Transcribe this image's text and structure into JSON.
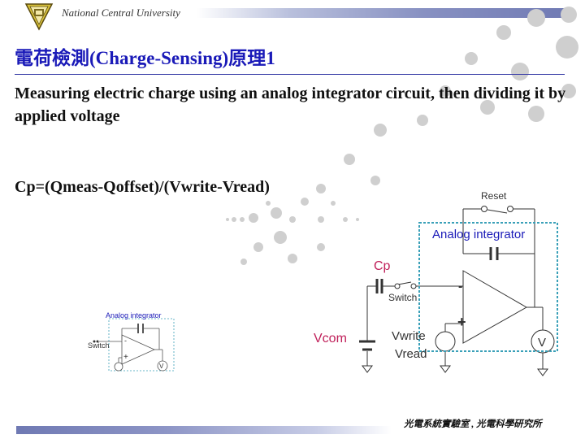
{
  "header": {
    "university": "National Central University"
  },
  "slide": {
    "title": "電荷檢測(Charge-Sensing)原理1",
    "body": "Measuring electric charge using an analog integrator circuit, then dividing it by applied voltage",
    "formula": "Cp=(Qmeas-Qoffset)/(Vwrite-Vread)"
  },
  "circuit": {
    "reset": "Reset",
    "analog_integrator": "Analog integrator",
    "cp": "Cp",
    "switch": "Switch",
    "minus": "-",
    "plus": "+",
    "vcom": "Vcom",
    "vwrite": "Vwrite",
    "vread": "Vread",
    "v": "V"
  },
  "mini_circuit": {
    "analog_integrator": "Analog integrator",
    "switch": "Switch",
    "minus": "-",
    "plus": "+",
    "v": "V"
  },
  "footer": {
    "lab": "光電系統實驗室 , 光電科學研究所"
  },
  "colors": {
    "title": "#1a1ab8",
    "integrator_box": "#3aa0b8",
    "integrator_label": "#1a1ab8",
    "cp_label": "#c0205a",
    "vcom_label": "#c0205a",
    "dots": "#cfcfcf"
  }
}
